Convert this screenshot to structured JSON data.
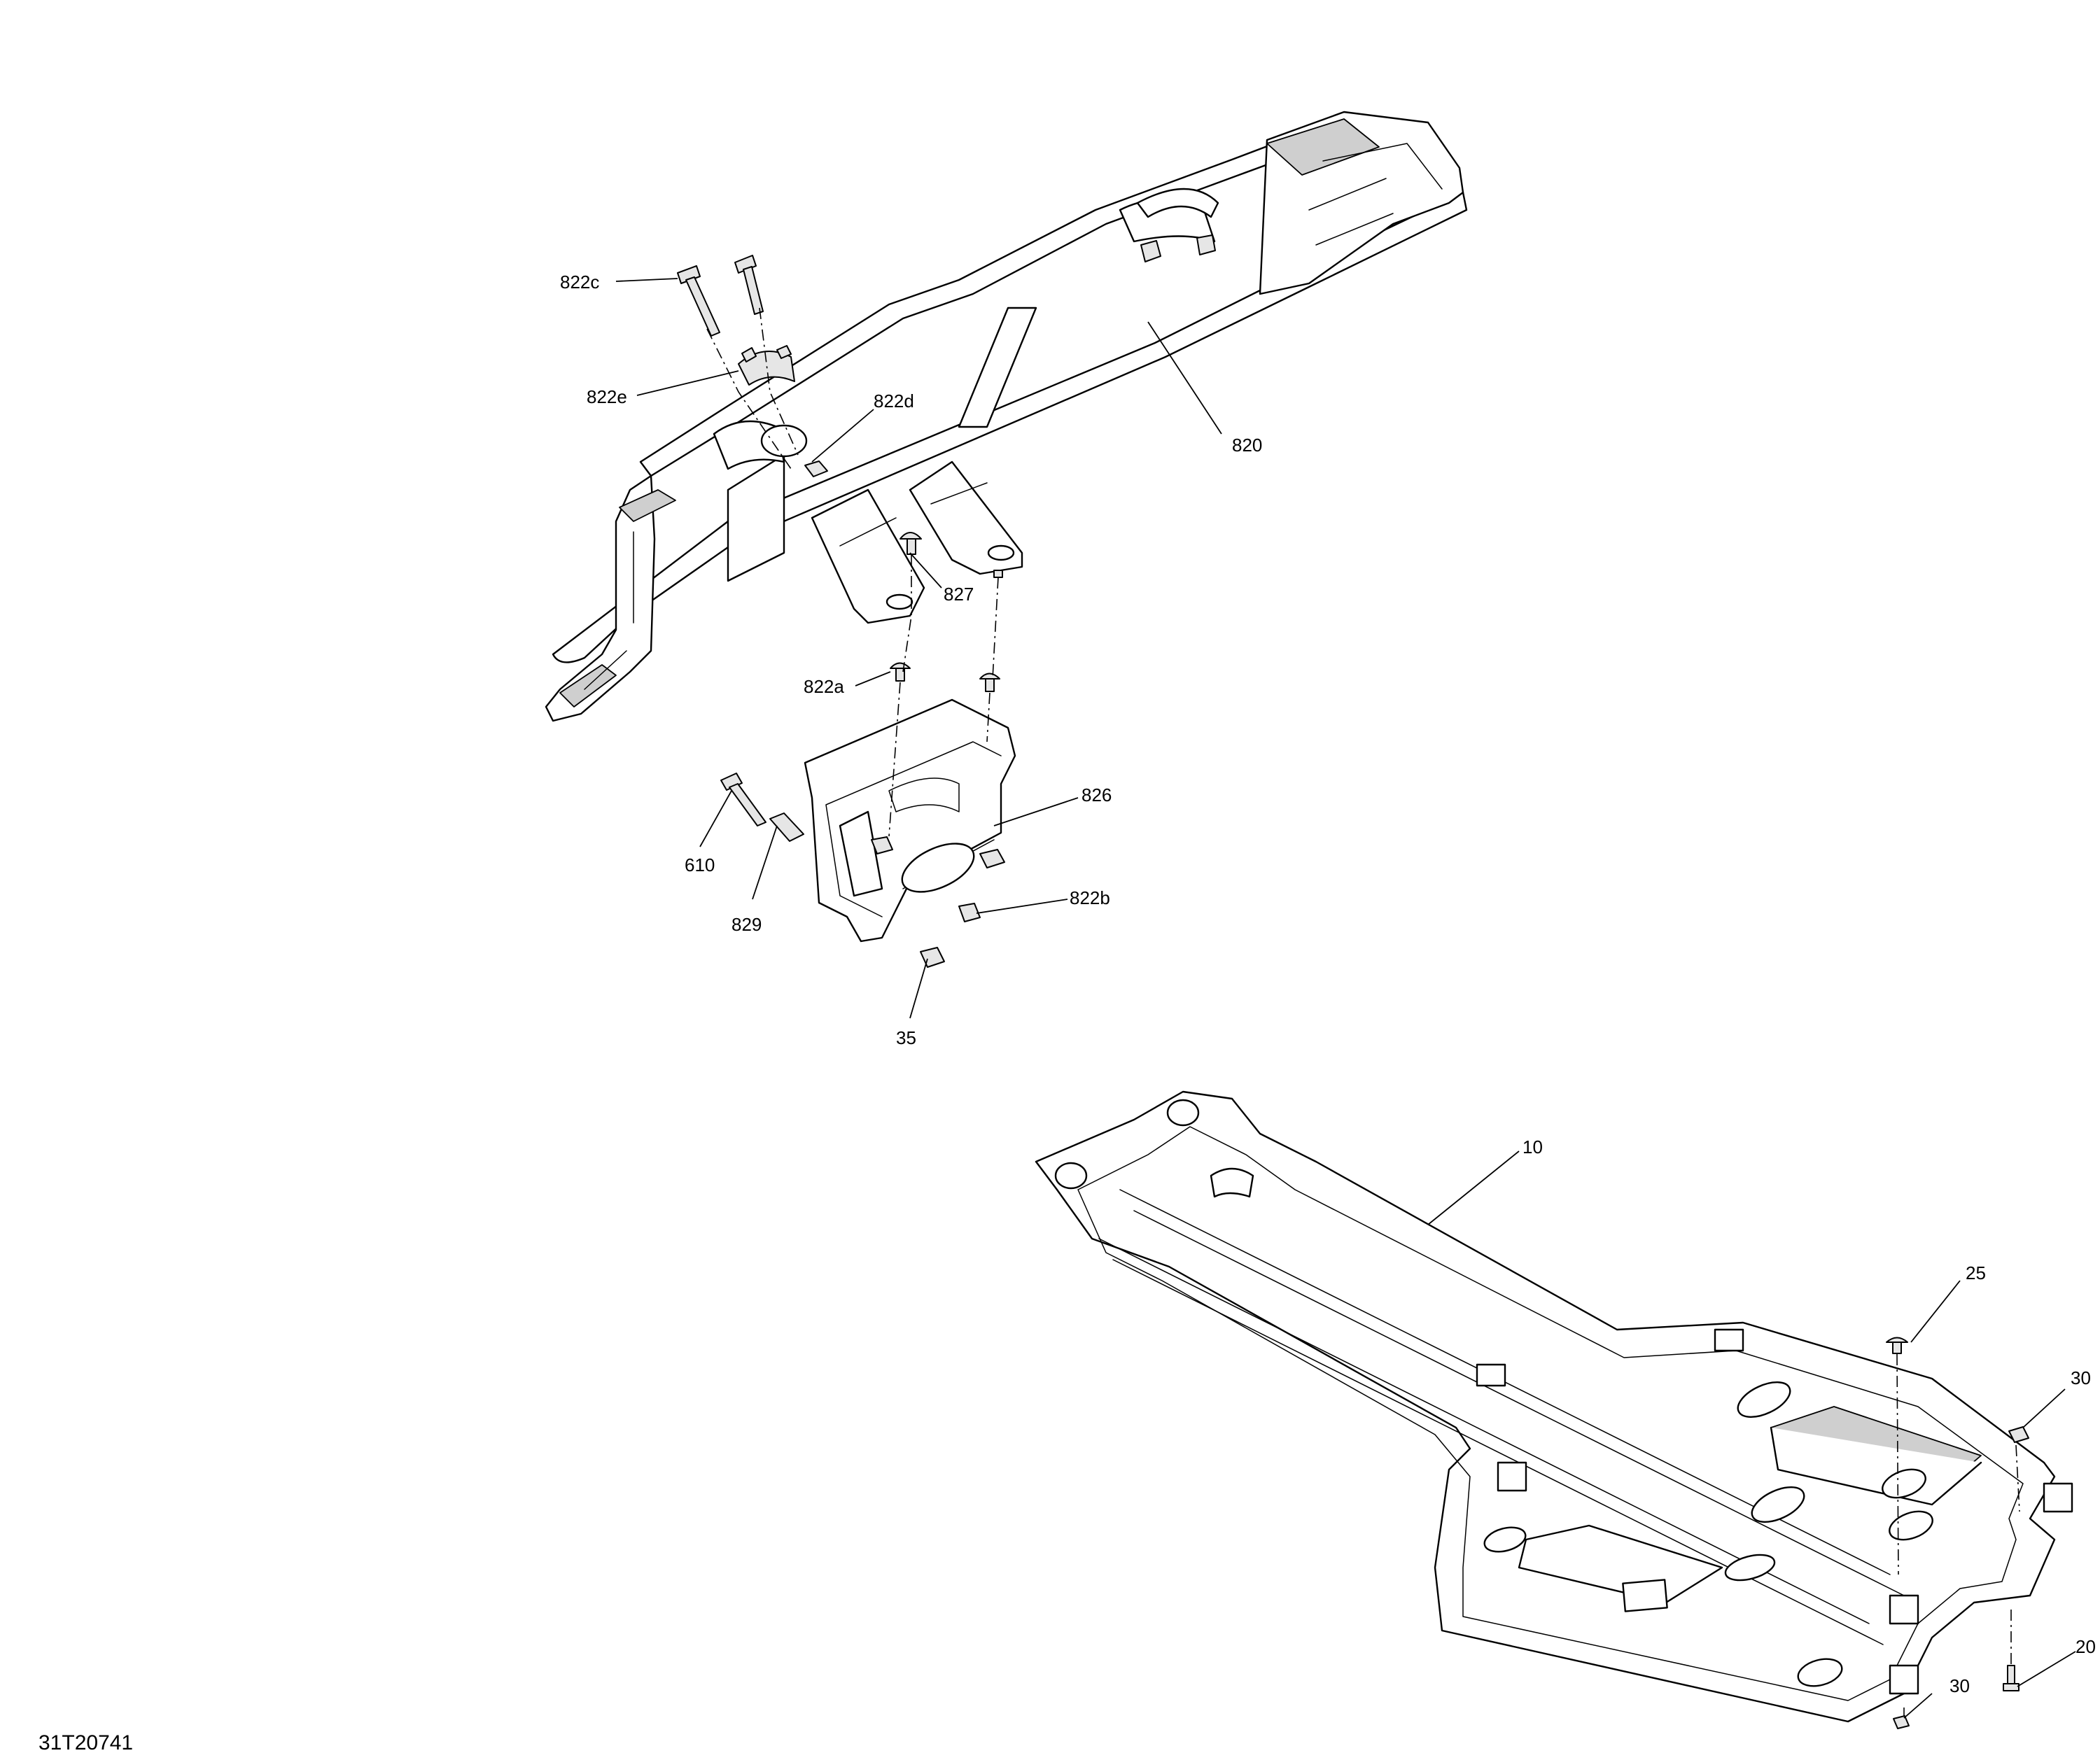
{
  "labels": {
    "l822c": "822c",
    "l822e": "822e",
    "l822d": "822d",
    "l820": "820",
    "l827": "827",
    "l822a": "822a",
    "l826": "826",
    "l610": "610",
    "l829": "829",
    "l822b": "822b",
    "l35": "35",
    "l10": "10",
    "l25": "25",
    "l30a": "30",
    "l20": "20",
    "l30b": "30"
  },
  "drawing_code": "31T20741"
}
